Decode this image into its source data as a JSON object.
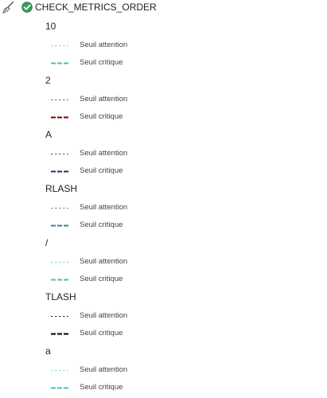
{
  "header": {
    "title": "CHECK_METRICS_ORDER",
    "left_icon": "broom-icon",
    "status_icon": "check-circle-icon",
    "status_color": "#2e8b57"
  },
  "groups": [
    {
      "label": "10",
      "items": [
        {
          "label": "Seuil attention",
          "style": "dotted",
          "color": "#7fd6d0"
        },
        {
          "label": "Seuil critique",
          "style": "dashed",
          "color": "#4bbfb8"
        }
      ]
    },
    {
      "label": "2",
      "items": [
        {
          "label": "Seuil attention",
          "style": "dotted",
          "color": "#b5505a"
        },
        {
          "label": "Seuil critique",
          "style": "dashed",
          "color": "#8b0000"
        }
      ]
    },
    {
      "label": "A",
      "items": [
        {
          "label": "Seuil attention",
          "style": "dotted",
          "color": "#4a5a8a"
        },
        {
          "label": "Seuil critique",
          "style": "dashed",
          "color": "#1f2d6b"
        }
      ]
    },
    {
      "label": "RLASH",
      "items": [
        {
          "label": "Seuil attention",
          "style": "dotted",
          "color": "#5b8fb0"
        },
        {
          "label": "Seuil critique",
          "style": "dashed",
          "color": "#3f7fa0"
        }
      ]
    },
    {
      "label": "/",
      "items": [
        {
          "label": "Seuil attention",
          "style": "dotted",
          "color": "#7fd6d0"
        },
        {
          "label": "Seuil critique",
          "style": "dashed",
          "color": "#4bbfb8"
        }
      ]
    },
    {
      "label": "TLASH",
      "items": [
        {
          "label": "Seuil attention",
          "style": "dotted",
          "color": "#333333"
        },
        {
          "label": "Seuil critique",
          "style": "dashed",
          "color": "#000000"
        }
      ]
    },
    {
      "label": "a",
      "items": [
        {
          "label": "Seuil attention",
          "style": "dotted",
          "color": "#8fdcd5"
        },
        {
          "label": "Seuil critique",
          "style": "dashed",
          "color": "#4bbfb8"
        }
      ]
    }
  ]
}
